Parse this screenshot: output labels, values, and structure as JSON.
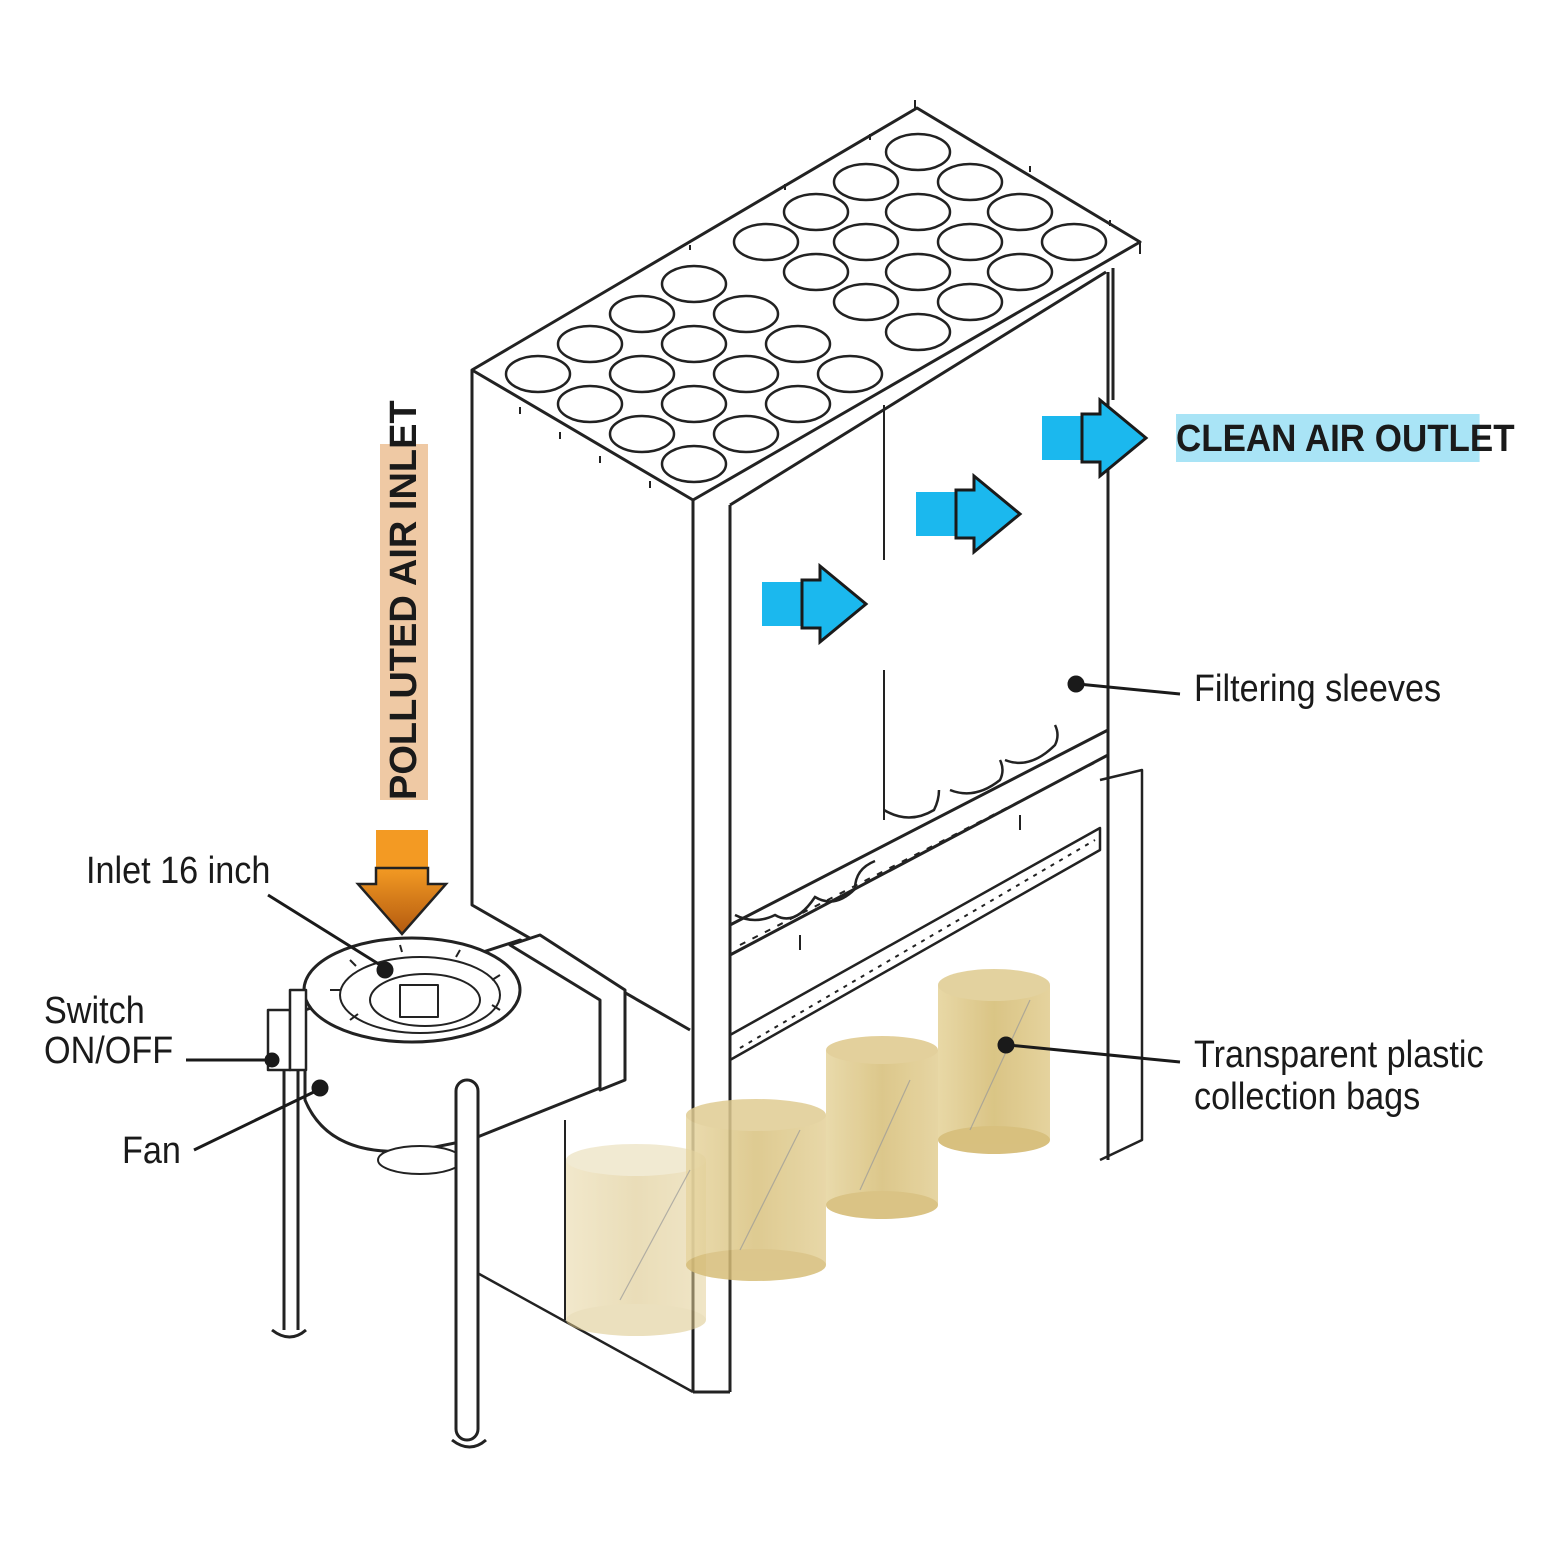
{
  "labels": {
    "clean_air_outlet": "CLEAN AIR OUTLET",
    "polluted_air_inlet": "POLLUTED AIR INLET",
    "filtering_sleeves": "Filtering sleeves",
    "inlet": "Inlet 16 inch",
    "switch_line1": "Switch",
    "switch_line2": "ON/OFF",
    "fan": "Fan",
    "bags_line1": "Transparent plastic",
    "bags_line2": "collection bags"
  },
  "colors": {
    "clean_air": "#1bb8ee",
    "clean_air_label_bg": "#a9e4f6",
    "polluted_air": "#f39a23",
    "polluted_air_dark": "#b35a10",
    "polluted_air_label_bg": "#efc9a4",
    "bag_fill": "#dcc78a",
    "line": "#222222"
  }
}
